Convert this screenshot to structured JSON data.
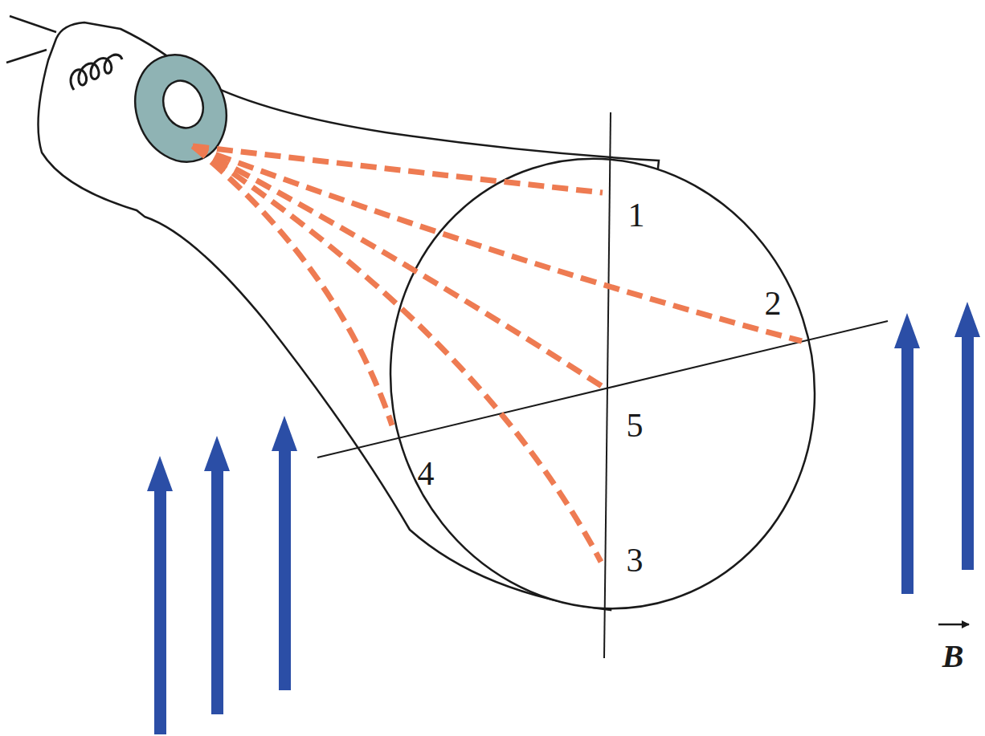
{
  "diagram": {
    "labels": [
      "1",
      "2",
      "3",
      "4",
      "5",
      "B"
    ]
  }
}
